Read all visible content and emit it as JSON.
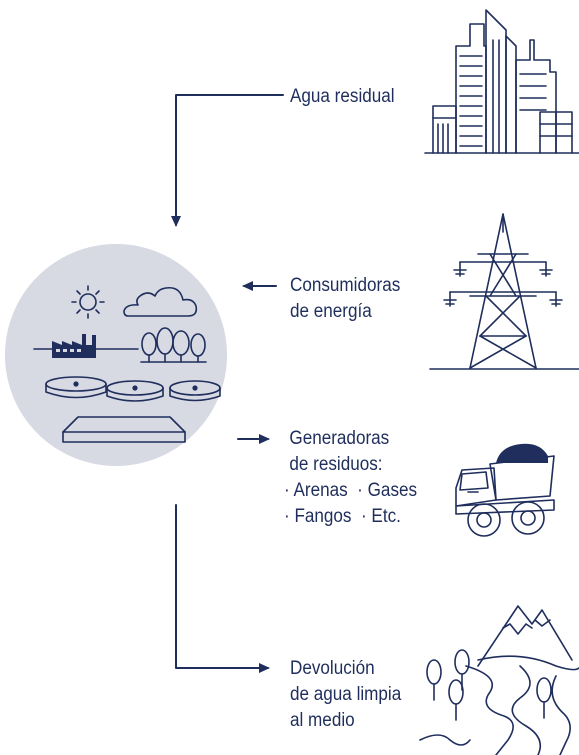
{
  "labels": {
    "agua_residual": "Agua residual",
    "consumidoras_1": "Consumidoras",
    "consumidoras_2": "de energía",
    "generadoras_1": "Generadoras",
    "generadoras_2": "de residuos:",
    "generadoras_3": "· Arenas  · Gases",
    "generadoras_4": "· Fangos  · Etc.",
    "devolucion_1": "Devolución",
    "devolucion_2": "de agua limpia",
    "devolucion_3": "al medio"
  },
  "icons": [
    "buildings-icon",
    "power-tower-icon",
    "dump-truck-icon",
    "mountains-river-icon",
    "sun-icon",
    "cloud-icon",
    "factory-icon",
    "trees-icon",
    "settling-tank-icon",
    "treatment-basin-icon"
  ],
  "colors": {
    "stroke": "#1f2e5c",
    "circle_fill": "#d7d9e3",
    "text": "#1f2e5c"
  }
}
